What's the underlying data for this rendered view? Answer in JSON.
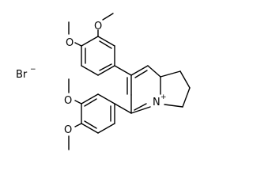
{
  "molecule": {
    "counterion": {
      "symbol": "Br",
      "charge": "−"
    },
    "ring_nitrogen": {
      "symbol": "N",
      "charge": "+"
    },
    "oxygen": "O"
  }
}
